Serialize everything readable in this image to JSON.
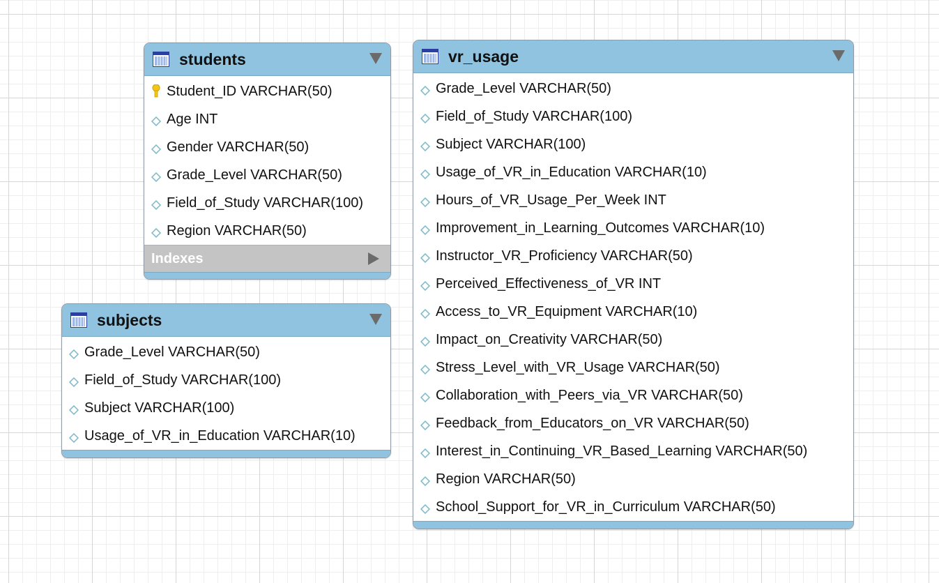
{
  "tables": {
    "students": {
      "name": "students",
      "columns": [
        {
          "text": "Student_ID VARCHAR(50)",
          "key": "primary"
        },
        {
          "text": "Age INT",
          "key": "none"
        },
        {
          "text": "Gender VARCHAR(50)",
          "key": "none"
        },
        {
          "text": "Grade_Level VARCHAR(50)",
          "key": "none"
        },
        {
          "text": "Field_of_Study VARCHAR(100)",
          "key": "none"
        },
        {
          "text": "Region VARCHAR(50)",
          "key": "none"
        }
      ],
      "indexes_label": "Indexes"
    },
    "subjects": {
      "name": "subjects",
      "columns": [
        {
          "text": "Grade_Level VARCHAR(50)",
          "key": "none"
        },
        {
          "text": "Field_of_Study VARCHAR(100)",
          "key": "none"
        },
        {
          "text": "Subject VARCHAR(100)",
          "key": "none"
        },
        {
          "text": "Usage_of_VR_in_Education VARCHAR(10)",
          "key": "none"
        }
      ]
    },
    "vr_usage": {
      "name": "vr_usage",
      "columns": [
        {
          "text": "Grade_Level VARCHAR(50)",
          "key": "none"
        },
        {
          "text": "Field_of_Study VARCHAR(100)",
          "key": "none"
        },
        {
          "text": "Subject VARCHAR(100)",
          "key": "none"
        },
        {
          "text": "Usage_of_VR_in_Education VARCHAR(10)",
          "key": "none"
        },
        {
          "text": "Hours_of_VR_Usage_Per_Week INT",
          "key": "none"
        },
        {
          "text": "Improvement_in_Learning_Outcomes VARCHAR(10)",
          "key": "none"
        },
        {
          "text": "Instructor_VR_Proficiency VARCHAR(50)",
          "key": "none"
        },
        {
          "text": "Perceived_Effectiveness_of_VR INT",
          "key": "none"
        },
        {
          "text": "Access_to_VR_Equipment VARCHAR(10)",
          "key": "none"
        },
        {
          "text": "Impact_on_Creativity VARCHAR(50)",
          "key": "none"
        },
        {
          "text": "Stress_Level_with_VR_Usage VARCHAR(50)",
          "key": "none"
        },
        {
          "text": "Collaboration_with_Peers_via_VR VARCHAR(50)",
          "key": "none"
        },
        {
          "text": "Feedback_from_Educators_on_VR VARCHAR(50)",
          "key": "none"
        },
        {
          "text": "Interest_in_Continuing_VR_Based_Learning VARCHAR(50)",
          "key": "none"
        },
        {
          "text": "Region VARCHAR(50)",
          "key": "none"
        },
        {
          "text": "School_Support_for_VR_in_Curriculum VARCHAR(50)",
          "key": "none"
        }
      ]
    }
  },
  "icons": {
    "table": "table-icon",
    "primary_key": "key-icon",
    "column": "diamond-icon",
    "collapse": "triangle-down-icon",
    "expand": "triangle-right-icon"
  },
  "colors": {
    "header": "#8fc3e0",
    "indexes_bar": "#c4c4c4",
    "key": "#f5c518",
    "column_diamond": "#7ab8c8"
  }
}
